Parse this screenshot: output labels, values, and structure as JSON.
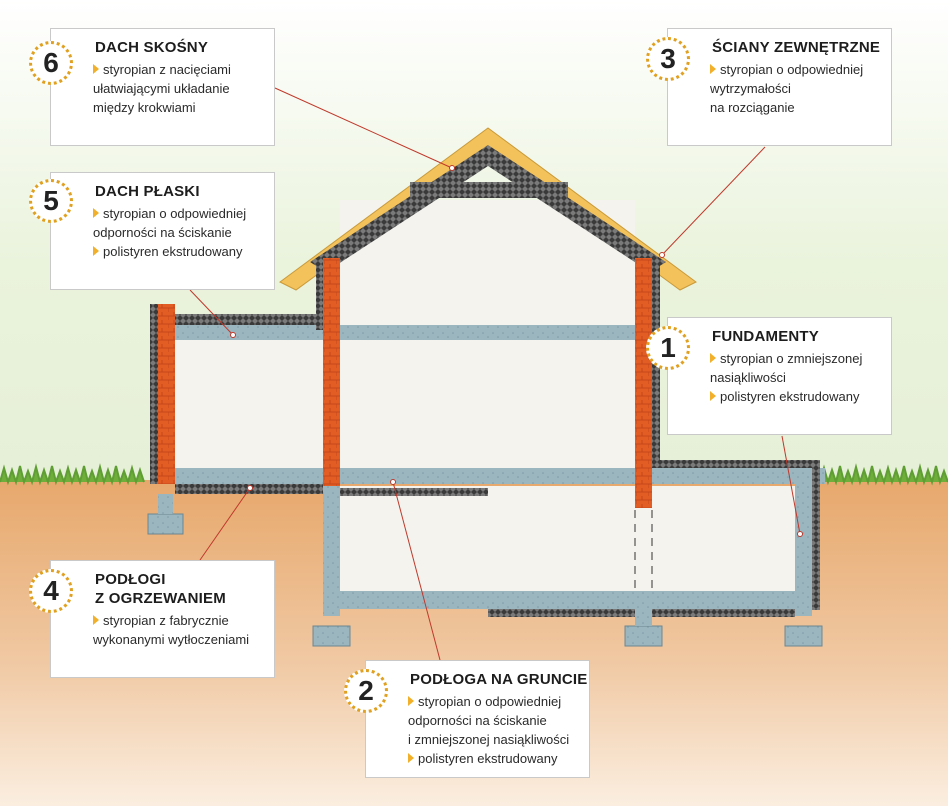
{
  "callouts": [
    {
      "number": "6",
      "title": "DACH SKOŚNY",
      "lines": [
        {
          "bullet": true,
          "text": "styropian z nacięciami"
        },
        {
          "bullet": false,
          "text": "ułatwiającymi układanie"
        },
        {
          "bullet": false,
          "text": "między krokwiami"
        }
      ]
    },
    {
      "number": "5",
      "title": "DACH PŁASKI",
      "lines": [
        {
          "bullet": true,
          "text": "styropian o odpowiedniej"
        },
        {
          "bullet": false,
          "text": "odporności na ściskanie"
        },
        {
          "bullet": true,
          "text": "polistyren ekstrudowany"
        }
      ]
    },
    {
      "number": "3",
      "title": "ŚCIANY ZEWNĘTRZNE",
      "lines": [
        {
          "bullet": true,
          "text": "styropian o odpowiedniej"
        },
        {
          "bullet": false,
          "text": "wytrzymałości"
        },
        {
          "bullet": false,
          "text": "na rozciąganie"
        }
      ]
    },
    {
      "number": "1",
      "title": "FUNDAMENTY",
      "lines": [
        {
          "bullet": true,
          "text": "styropian o zmniejszonej"
        },
        {
          "bullet": false,
          "text": "nasiąkliwości"
        },
        {
          "bullet": true,
          "text": "polistyren ekstrudowany"
        }
      ]
    },
    {
      "number": "4",
      "title": "PODŁOGI",
      "title2": "Z OGRZEWANIEM",
      "lines": [
        {
          "bullet": true,
          "text": "styropian z fabrycznie"
        },
        {
          "bullet": false,
          "text": "wykonanymi wytłoczeniami"
        }
      ]
    },
    {
      "number": "2",
      "title": "PODŁOGA NA GRUNCIE",
      "lines": [
        {
          "bullet": true,
          "text": "styropian o odpowiedniej"
        },
        {
          "bullet": false,
          "text": "odporności na ściskanie"
        },
        {
          "bullet": false,
          "text": "i zmniejszonej nasiąkliwości"
        },
        {
          "bullet": true,
          "text": "polistyren ekstrudowany"
        }
      ]
    }
  ],
  "colors": {
    "sky": "#eef4e6",
    "soil": "#e9b27c",
    "grass": "#6fae3b",
    "concrete": "#9fb8c2",
    "brick": "#e0622a",
    "timber": "#f3c25a",
    "insulation": "#444444",
    "badge_ring": "#e0a020",
    "leader": "#c0392b"
  }
}
